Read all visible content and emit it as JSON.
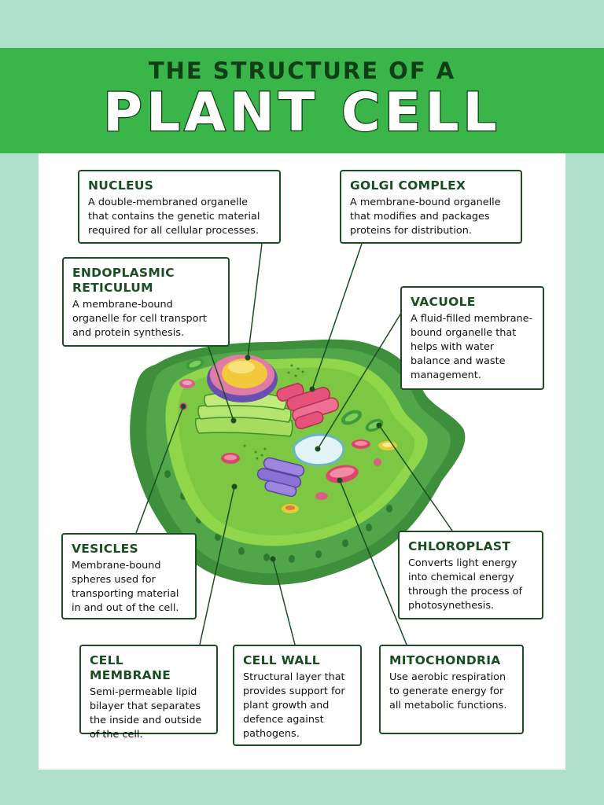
{
  "title": {
    "line1": "THE STRUCTURE OF A",
    "line2": "PLANT CELL"
  },
  "colors": {
    "background": "#b0e0cc",
    "banner": "#3ab54a",
    "title_dark": "#0f3f16",
    "label_text": "#1b4d22",
    "panel": "#ffffff"
  },
  "labels": {
    "nucleus": {
      "title": "NUCLEUS",
      "desc": "A double-membraned organelle that contains the genetic material required for all cellular processes."
    },
    "golgi": {
      "title": "GOLGI COMPLEX",
      "desc": "A membrane-bound organelle that modifies and packages proteins for distribution."
    },
    "er": {
      "title": "ENDOPLASMIC RETICULUM",
      "desc": "A membrane-bound organelle for cell transport and protein synthesis."
    },
    "vacuole": {
      "title": "VACUOLE",
      "desc": "A fluid-filled membrane-bound organelle that helps with water balance and waste management."
    },
    "vesicles": {
      "title": "VESICLES",
      "desc": "Membrane-bound spheres used for transporting material in and out of the cell."
    },
    "chloroplast": {
      "title": "CHLOROPLAST",
      "desc": "Converts light energy into chemical energy through the process of photosynethesis."
    },
    "cell_membrane": {
      "title": "CELL MEMBRANE",
      "desc": "Semi-permeable lipid bilayer that separates the inside and outside of the cell."
    },
    "cell_wall": {
      "title": "CELL WALL",
      "desc": "Structural layer that provides support for plant growth and defence against pathogens."
    },
    "mitochondria": {
      "title": "MITOCHONDRIA",
      "desc": "Use aerobic respiration to generate energy for all metabolic functions."
    }
  }
}
